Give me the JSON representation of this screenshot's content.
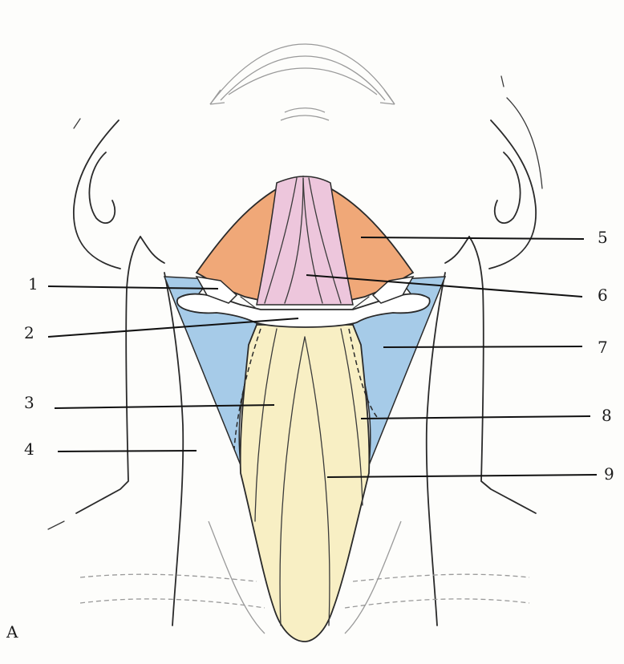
{
  "figure": {
    "panel_letter": "A",
    "labels": [
      "1",
      "2",
      "3",
      "4",
      "5",
      "6",
      "7",
      "8",
      "9"
    ]
  },
  "colors": {
    "orange_region": "#f0a878",
    "pink_region": "#edc6dc",
    "blue_region": "#a6cbe8",
    "yellow_region": "#f8efc4",
    "outline": "#2a2a2a"
  }
}
